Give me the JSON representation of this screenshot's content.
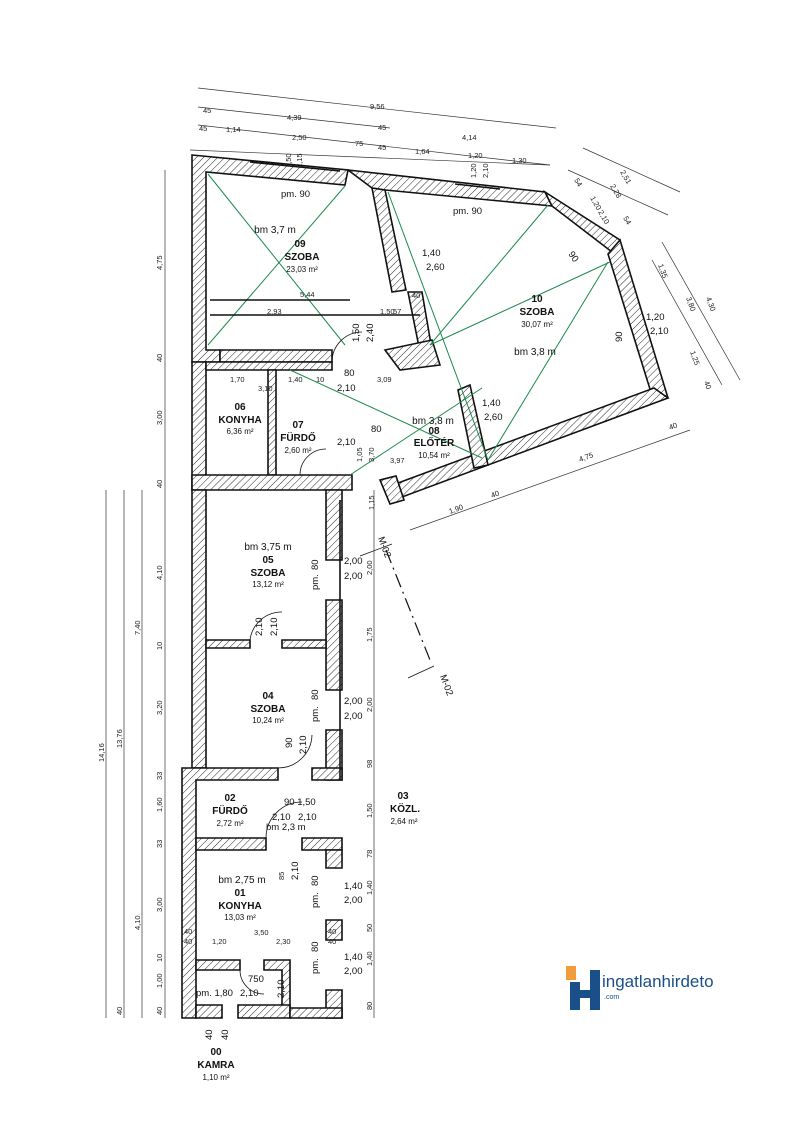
{
  "rooms": {
    "r09": {
      "bm": "bm 3,7 m",
      "num": "09",
      "name": "SZOBA",
      "area": "23,03 m²"
    },
    "r10": {
      "num": "10",
      "name": "SZOBA",
      "area": "30,07 m²",
      "bm": "bm 3,8 m"
    },
    "r06": {
      "num": "06",
      "name": "KONYHA",
      "area": "6,36 m²"
    },
    "r07": {
      "num": "07",
      "name": "FÜRDŐ",
      "area": "2,60 m²"
    },
    "r08": {
      "bm": "bm 3,8 m",
      "num": "08",
      "name": "ELŐTÉR",
      "area": "10,54 m²"
    },
    "r05": {
      "bm": "bm 3,75 m",
      "num": "05",
      "name": "SZOBA",
      "area": "13,12 m²"
    },
    "r04": {
      "num": "04",
      "name": "SZOBA",
      "area": "10,24 m²"
    },
    "r02": {
      "num": "02",
      "name": "FÜRDŐ",
      "area": "2,72 m²"
    },
    "r03": {
      "num": "03",
      "name": "KÖZL.",
      "area": "2,64 m²"
    },
    "r01": {
      "bm": "bm 2,75 m",
      "num": "01",
      "name": "KONYHA",
      "area": "13,03 m²"
    },
    "r00": {
      "num": "00",
      "name": "KAMRA",
      "area": "1,10 m²"
    }
  },
  "section": {
    "top": "M-02",
    "bottom": "M-02"
  },
  "dims": {
    "top1": "9,56",
    "top2a": "45",
    "top2b": "4,39",
    "top3": [
      "45",
      "1,14",
      "2,50",
      "75",
      "45",
      "1,64",
      "1,20",
      "1,30",
      "4,14",
      "45"
    ],
    "d215": "2,15",
    "d210a": "2,10",
    "pm90a": "pm. 90",
    "pm90b": "pm. 90",
    "pm90c": "90",
    "pm90d": "90",
    "d544": "5,44",
    "d293": "2,93",
    "d150": "1,50",
    "d57": "57",
    "d240": "2,40",
    "d150b": "1,50",
    "d40": "40",
    "d140": "1,40",
    "d260": "2,60",
    "d170": "1,70",
    "d310": "3,10",
    "d90": "90",
    "d140b": "1,40",
    "d10": "10",
    "d309": "3,09",
    "d80": "80",
    "d210b": "2,10",
    "d210c": "2,10",
    "d210d": "2,10",
    "d370": "3,70",
    "d397": "3,97",
    "d105": "1,05",
    "d115": "1,15",
    "right": [
      "2,51",
      "2,28",
      "54",
      "1,20",
      "2,10",
      "54",
      "1,35",
      "3,80",
      "4,30",
      "1,20",
      "2,10",
      "1,25",
      "40",
      "4,75",
      "40",
      "1,90",
      "40"
    ],
    "left": [
      "4,75",
      "40",
      "3,00",
      "40",
      "4,10",
      "7,40",
      "10",
      "3,20",
      "14,16",
      "13,76",
      "33",
      "1,60",
      "33",
      "3,00",
      "4,10",
      "10",
      "1,00",
      "40",
      "40"
    ],
    "midcol": [
      "2,00",
      "2,00",
      "1,75",
      "2,00",
      "98",
      "1,50",
      "78",
      "1,40",
      "2,00",
      "50",
      "1,40",
      "2,00",
      "80"
    ],
    "pm80": "80",
    "pm": "pm.",
    "d200a": "2,00",
    "d200b": "2,00",
    "d210e": "2,10",
    "d210f": "2,10",
    "d200c": "2,00",
    "d200d": "2,00",
    "d90b": "90",
    "d210g": "2,10",
    "d90150": "90 1,50",
    "d210h": "2,10",
    "d210i": "2,10",
    "bm23": "bm 2,3 m",
    "d85": "85",
    "d210j": "2,10",
    "d140c": "1,40",
    "d200e": "2,00",
    "d140d": "1,40",
    "d200f": "2,00",
    "d120": "1,20",
    "d350": "3,50",
    "d230": "2,30",
    "d40b": "40",
    "d750": "750",
    "d180": "pm. 1,80",
    "d210k": "2,10",
    "d210l": "2,10",
    "d40c": "40",
    "d40d": "40"
  },
  "logo": {
    "text": "ingatlanhirdeto",
    "sub": ".com"
  },
  "colors": {
    "diagonal": "#1e8a4c",
    "wall": "#111111",
    "logo": "#1a4f8a",
    "logo_accent": "#f39c3c"
  }
}
